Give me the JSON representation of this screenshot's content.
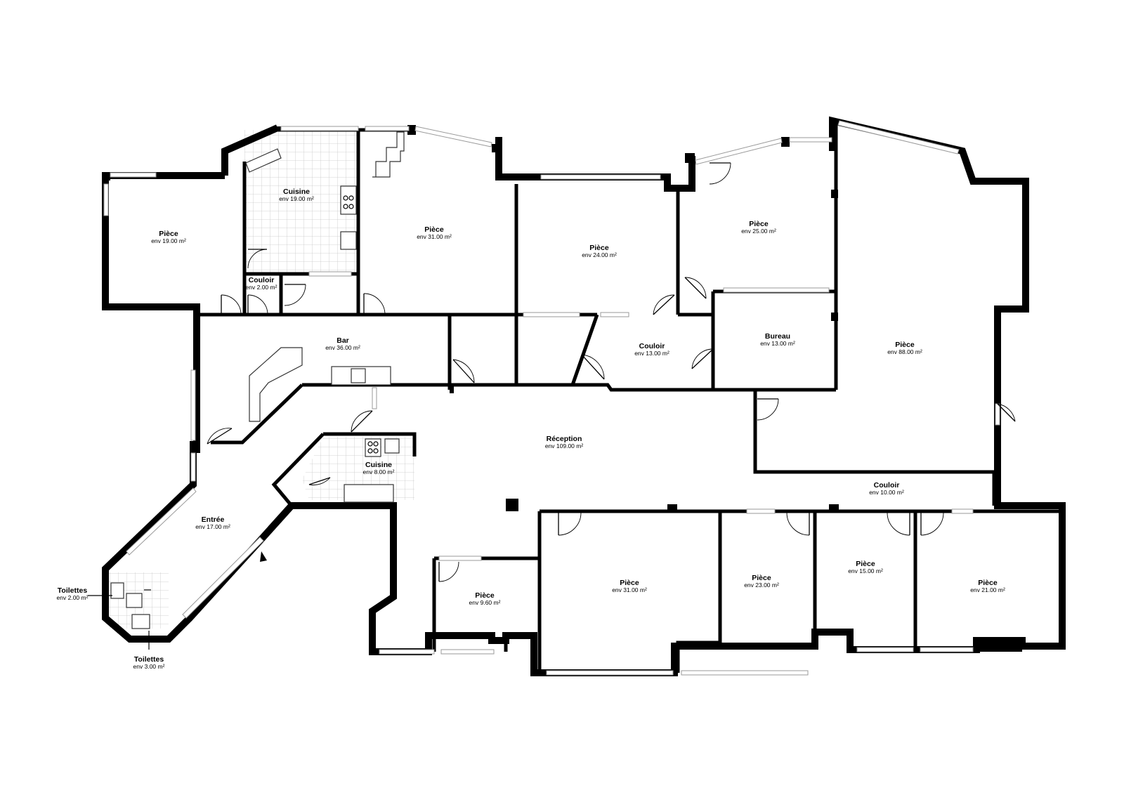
{
  "colors": {
    "wall": "#000000",
    "background": "#ffffff",
    "grid": "#cccccc",
    "window": "#9a9a9a"
  },
  "rooms": [
    {
      "name": "Pièce",
      "area": "env 19.00 m²"
    },
    {
      "name": "Cuisine",
      "area": "env 19.00 m²"
    },
    {
      "name": "Pièce",
      "area": "env 31.00 m²"
    },
    {
      "name": "Pièce",
      "area": "env 24.00 m²"
    },
    {
      "name": "Pièce",
      "area": "env 25.00 m²"
    },
    {
      "name": "Couloir",
      "area": "env 2.00 m²"
    },
    {
      "name": "Bar",
      "area": "env 36.00 m²"
    },
    {
      "name": "Couloir",
      "area": "env 13.00 m²"
    },
    {
      "name": "Bureau",
      "area": "env 13.00 m²"
    },
    {
      "name": "Pièce",
      "area": "env 88.00 m²"
    },
    {
      "name": "Réception",
      "area": "env 109.00 m²"
    },
    {
      "name": "Cuisine",
      "area": "env 8.00 m²"
    },
    {
      "name": "Couloir",
      "area": "env 10.00 m²"
    },
    {
      "name": "Entrée",
      "area": "env 17.00 m²"
    },
    {
      "name": "Toilettes",
      "area": "env 2.00 m²"
    },
    {
      "name": "Toilettes",
      "area": "env 3.00 m²"
    },
    {
      "name": "Pièce",
      "area": "env 9.60 m²"
    },
    {
      "name": "Pièce",
      "area": "env 31.00 m²"
    },
    {
      "name": "Pièce",
      "area": "env 23.00 m²"
    },
    {
      "name": "Pièce",
      "area": "env 15.00 m²"
    },
    {
      "name": "Pièce",
      "area": "env 21.00 m²"
    }
  ]
}
